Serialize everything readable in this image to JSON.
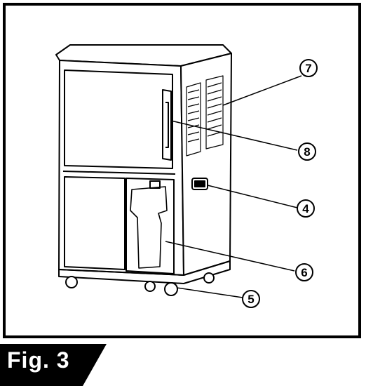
{
  "figure_label": "Fig. 3",
  "callouts": [
    {
      "id": "7",
      "text": "7"
    },
    {
      "id": "8",
      "text": "8"
    },
    {
      "id": "4",
      "text": "4"
    },
    {
      "id": "6",
      "text": "6"
    },
    {
      "id": "5",
      "text": "5"
    }
  ]
}
